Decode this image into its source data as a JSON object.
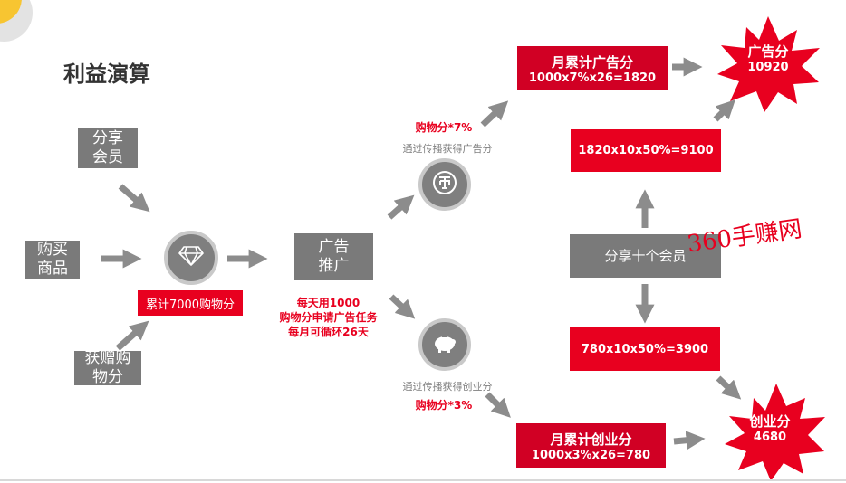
{
  "title": "利益演算",
  "inputs": {
    "share_member": "分享\n会员",
    "buy_goods": "购买\n商品",
    "gift_points": "获赠购\n物分"
  },
  "accumulate_label": "累计7000购物分",
  "ad_promo": "广告\n推广",
  "daily_note": "每天用1000\n购物分申请广告任务\n每月可循环26天",
  "ad_branch": {
    "rate": "购物分*7%",
    "desc": "通过传播获得广告分",
    "monthly_title": "月累计广告分",
    "monthly_formula": "1000x7%x26=1820"
  },
  "biz_branch": {
    "desc": "通过传播获得创业分",
    "rate": "购物分*3%",
    "monthly_title": "月累计创业分",
    "monthly_formula": "1000x3%x26=780"
  },
  "share_ten": "分享十个会员",
  "calc_ad": "1820x10x50%=9100",
  "calc_biz": "780x10x50%=3900",
  "result_ad": {
    "title": "广告分",
    "value": "10920"
  },
  "result_biz": {
    "title": "创业分",
    "value": "4680"
  },
  "watermark": "360手赚网",
  "colors": {
    "red": "#e8001f",
    "dark_red": "#d10024",
    "gray": "#7a7a7a",
    "yellow": "#f7c531"
  }
}
